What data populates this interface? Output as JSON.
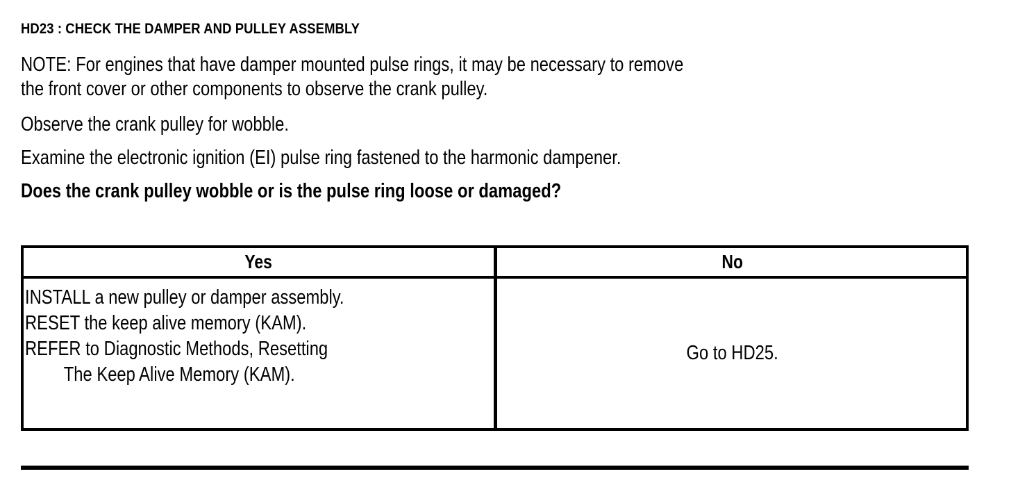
{
  "document": {
    "section_title": "HD23 : CHECK THE DAMPER AND PULLEY ASSEMBLY",
    "paragraphs": {
      "note": "NOTE: For engines that have damper mounted pulse rings, it may be necessary to remove\nthe front cover or other components to observe the crank pulley.",
      "observe": "Observe the crank pulley for wobble.",
      "examine": "Examine the electronic ignition (EI) pulse ring fastened to the harmonic dampener.",
      "question": "Does the crank pulley wobble or is the pulse ring loose or damaged?"
    },
    "decision_table": {
      "headers": [
        "Yes",
        "No"
      ],
      "yes_cell_lines": [
        "INSTALL a new pulley or damper assembly.",
        "RESET the keep alive memory (KAM).",
        "REFER to Diagnostic Methods, Resetting",
        "The Keep Alive Memory (KAM)."
      ],
      "no_cell_text": "Go to HD25."
    },
    "colors": {
      "text": "#000000",
      "background": "#ffffff",
      "rule": "#000000"
    }
  }
}
